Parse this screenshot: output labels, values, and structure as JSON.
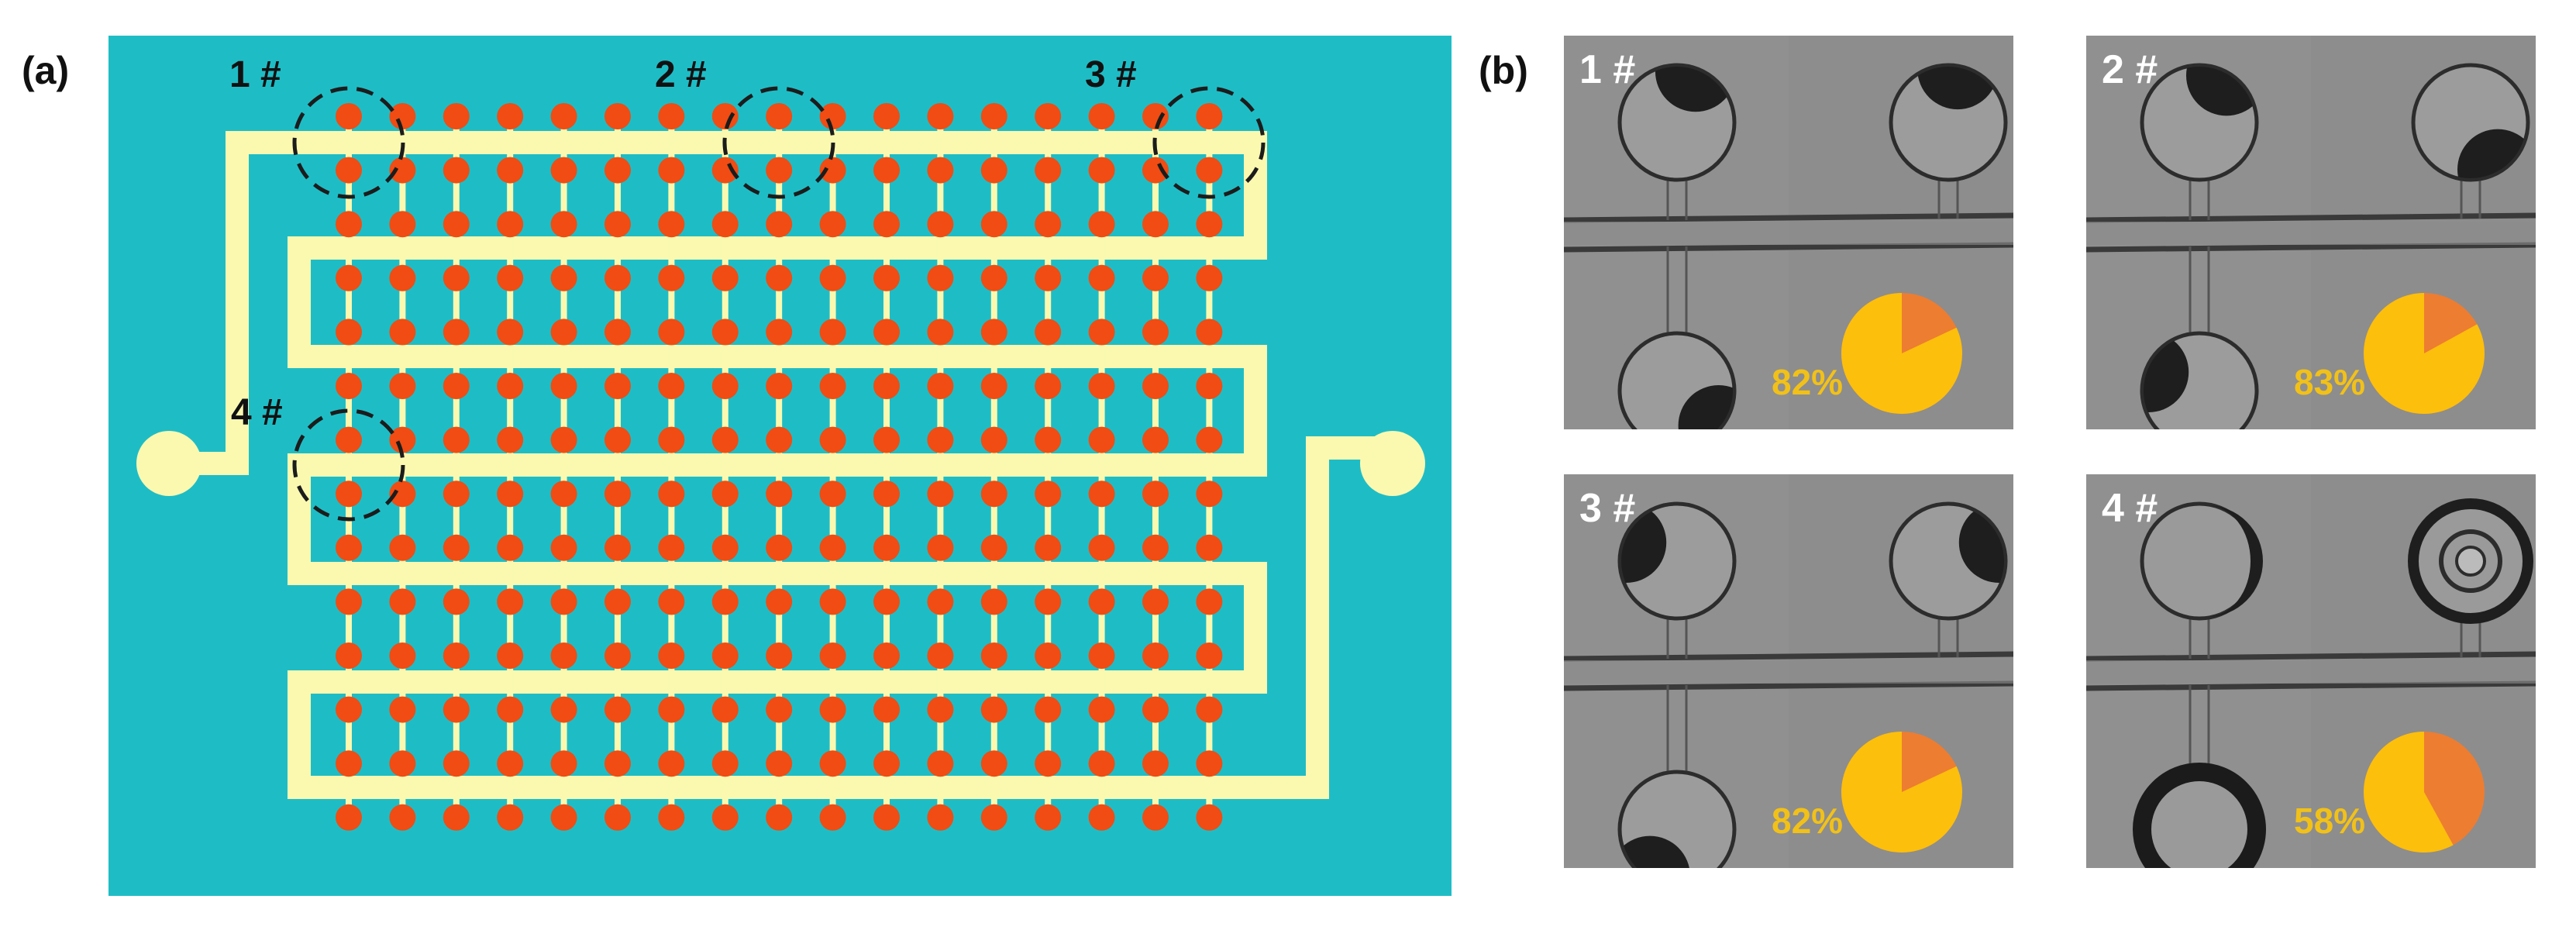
{
  "panel_labels": {
    "a": "(a)",
    "b": "(b)"
  },
  "chip": {
    "site_labels": [
      {
        "id": "site-1",
        "text": "1 #"
      },
      {
        "id": "site-2",
        "text": "2 #"
      },
      {
        "id": "site-3",
        "text": "3 #"
      },
      {
        "id": "site-4",
        "text": "4 #"
      }
    ],
    "electrode_rows": 14,
    "electrode_cols": 17,
    "colors": {
      "background": "#1ebdc6",
      "channel": "#fbf9b0",
      "electrode": "#f04c13",
      "marker": "#1c1c1c"
    }
  },
  "photos": [
    {
      "id": "1",
      "label": "1 #",
      "percent_text": "82%",
      "fraction": 0.82
    },
    {
      "id": "2",
      "label": "2 #",
      "percent_text": "83%",
      "fraction": 0.83
    },
    {
      "id": "3",
      "label": "3 #",
      "percent_text": "82%",
      "fraction": 0.82
    },
    {
      "id": "4",
      "label": "4 #",
      "percent_text": "58%",
      "fraction": 0.58
    }
  ],
  "pie_colors": {
    "filled": "#fcbf0c",
    "remaining": "#ed7d31"
  }
}
